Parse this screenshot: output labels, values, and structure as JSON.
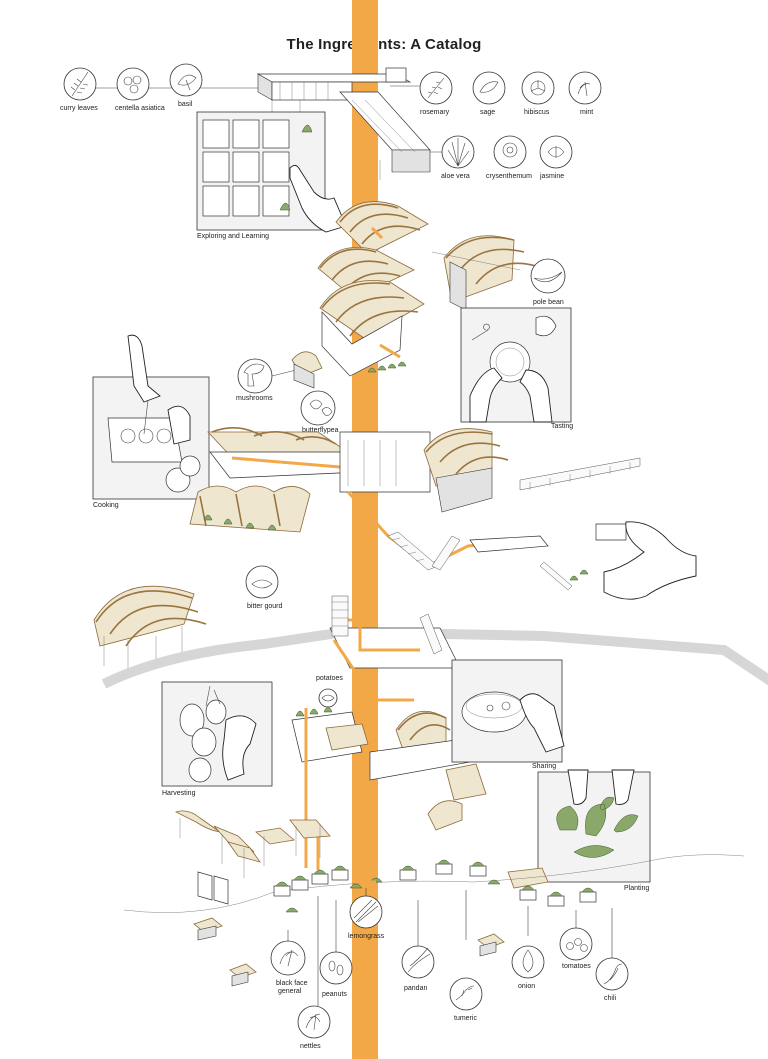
{
  "title": "The Ingredients: A Catalog",
  "ingredients": {
    "curry_leaves": "curry leaves",
    "centella_asiatica": "centella asiatica",
    "basil": "basil",
    "rosemary": "rosemary",
    "sage": "sage",
    "hibiscus": "hibiscus",
    "mint": "mint",
    "aloe_vera": "aloe vera",
    "crysenthemum": "crysenthemum",
    "jasmine": "jasmine",
    "pole_bean": "pole bean",
    "mushrooms": "mushrooms",
    "butterflypea": "butterflypea",
    "bitter_gourd": "bitter gourd",
    "potatoes": "potatoes",
    "lemongrass": "lemongrass",
    "black_face_general": "black face general",
    "peanuts": "peanuts",
    "pandan": "pandan",
    "turmeric": "tumeric",
    "onion": "onion",
    "tomatoes": "tomatoes",
    "chili": "chili",
    "nettles": "nettles"
  },
  "activities": {
    "exploring": "Exploring and Learning",
    "tasting": "Tasting",
    "cooking": "Cooking",
    "harvesting": "Harvesting",
    "sharing": "Sharing",
    "planting": "Planting"
  },
  "colors": {
    "accent_orange": "#f3a848",
    "canopy": "#efe6cf",
    "timber": "#9a7440",
    "plant_green": "#8aa86a"
  }
}
